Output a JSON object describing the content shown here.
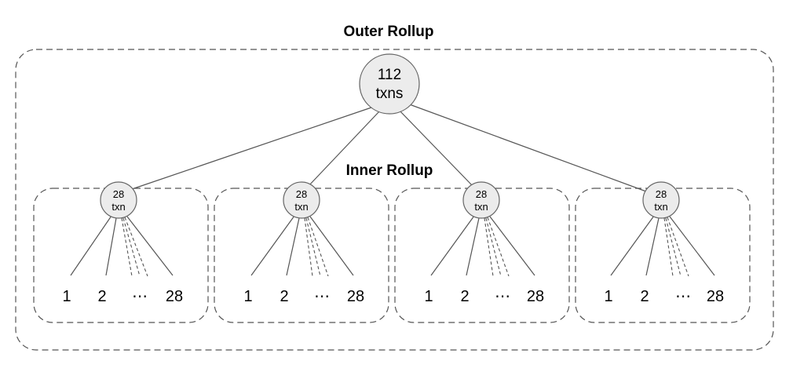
{
  "outer": {
    "title": "Outer Rollup",
    "root": {
      "line1": "112",
      "line2": "txns"
    }
  },
  "inner": {
    "title": "Inner Rollup",
    "groups": [
      {
        "node": {
          "line1": "28",
          "line2": "txn"
        },
        "leaves": [
          "1",
          "2",
          "⋯",
          "28"
        ]
      },
      {
        "node": {
          "line1": "28",
          "line2": "txn"
        },
        "leaves": [
          "1",
          "2",
          "⋯",
          "28"
        ]
      },
      {
        "node": {
          "line1": "28",
          "line2": "txn"
        },
        "leaves": [
          "1",
          "2",
          "⋯",
          "28"
        ]
      },
      {
        "node": {
          "line1": "28",
          "line2": "txn"
        },
        "leaves": [
          "1",
          "2",
          "⋯",
          "28"
        ]
      }
    ]
  }
}
